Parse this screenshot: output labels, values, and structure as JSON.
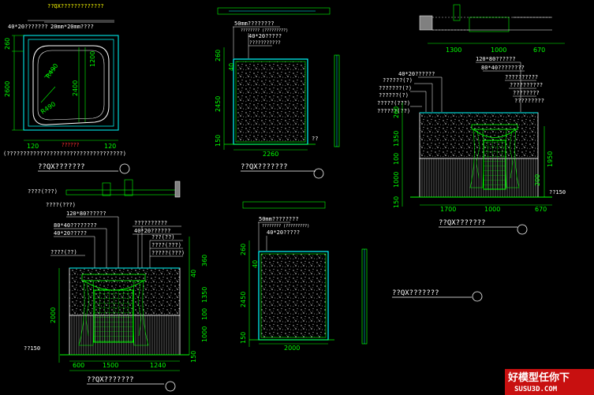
{
  "colors": {
    "background": "#000000",
    "dimension": "#00ff00",
    "wall": "#00ffff",
    "leader": "#ffffff",
    "hatch": "#c8c8c8",
    "title": "#ffffff",
    "watermark_bg": "#c81010"
  },
  "plan": {
    "note1": "??QX?????????????",
    "note2": "40*20???????",
    "note3": "20mm*20mm????",
    "dim_top": "260",
    "dim_mid": "2600",
    "dim_r": "1200",
    "dim_2400": "2400",
    "r490a": "R490",
    "r490b": "R490",
    "dim_120a": "120",
    "dim_120b": "120",
    "red_label": "??????",
    "bottom_note": "(???????????????????????????????????)",
    "title": "??QX???????"
  },
  "elevA": {
    "top_note": "50mm????????",
    "n1": "???????? (?????????)",
    "n2": "40*20?????",
    "n3": "???????????",
    "dim260": "260",
    "dim40": "40",
    "dim2450": "2450",
    "dim150": "150",
    "dim2260": "2260",
    "side": "??",
    "title": "??QX???????"
  },
  "elevB": {
    "top_note": "50mm????????",
    "n1": "???????? (?????????)",
    "n2": "40*20?????",
    "dim260": "260",
    "dim40": "40",
    "dim2450": "2450",
    "dim150": "150",
    "dim2000": "2000",
    "title": "??QX???????"
  },
  "elevC": {
    "dim1300": "1300",
    "dim1000": "1000",
    "dim670": "670",
    "labels": [
      "120*80??????",
      "80*40????????",
      "40*20??????",
      "??????(?)",
      "???????(?)",
      "??????(?)",
      "?????(???)",
      "??????(??)"
    ],
    "right_labels": [
      "??????????",
      "??????????",
      "????????",
      "?????????"
    ],
    "dims": {
      "d260": "260",
      "d1350": "1350",
      "d100": "100",
      "d1000": "1000",
      "d150": "150",
      "d1950": "1950",
      "d200": "200",
      "d1700": "1700",
      "d1000b": "1000",
      "d670b": "670",
      "tag": "??150"
    },
    "title": "??QX???????"
  },
  "elevD": {
    "lab_top": "????(???)",
    "lab_top2": "????(???)",
    "labels": [
      "120*80??????",
      "80*40????????",
      "40*20?????",
      "????(??)",
      "?????????"
    ],
    "right_labels": [
      "??????????",
      "40*20??????",
      "???(??)",
      "????(???)",
      "?????(???)",
      "????(???)"
    ],
    "dims": {
      "d360": "360",
      "d40": "40",
      "d1350": "1350",
      "d100": "100",
      "d1000": "1000",
      "d2000": "2000",
      "d150": "150",
      "d600": "600",
      "d1500": "1500",
      "d1240": "1240",
      "tag": "??150"
    },
    "title": "??QX???????"
  },
  "free_title": "??QX???????",
  "watermark": {
    "line1": "好模型任你下",
    "line2": "SUSU3D.COM"
  }
}
